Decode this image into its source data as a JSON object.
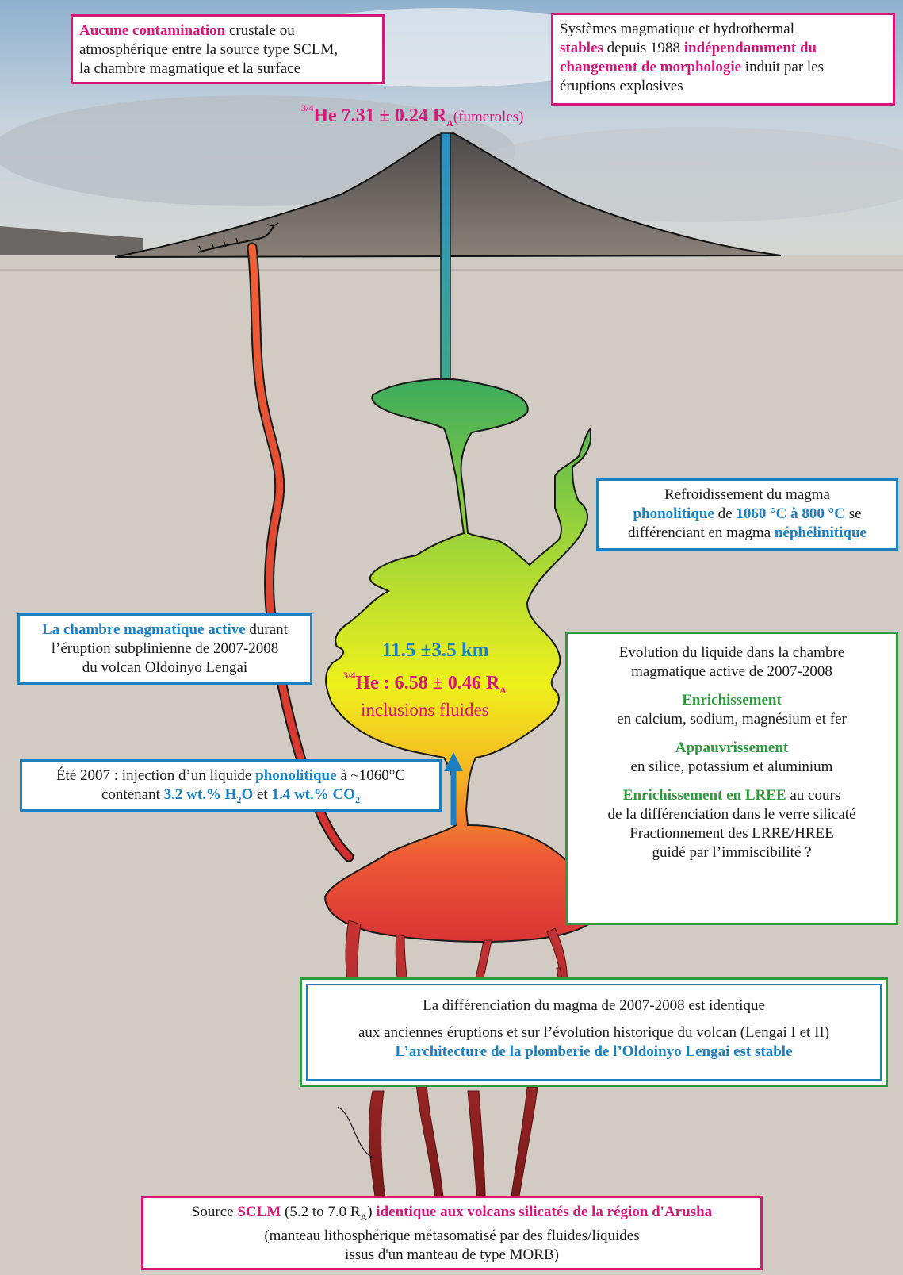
{
  "summit_helium": {
    "isotope_sup": "3/4",
    "isotope_label": "He 7.31 ± 0.24 R",
    "isotope_sub": "A",
    "location": "(fumeroles)"
  },
  "chamber_labels": {
    "depth": "11.5 ±3.5 km",
    "helium_sup": "3/4",
    "helium_value": "He : 6.58 ± 0.46 R",
    "helium_sub": "A",
    "helium_note": "inclusions fluides"
  },
  "box_contamination": {
    "highlight": "Aucune contamination",
    "rest_line1": " crustale ou",
    "line2": "atmosphérique entre la source type SCLM,",
    "line3": "la chambre magmatique et la surface"
  },
  "box_systems": {
    "line1": "Systèmes magmatique et hydrothermal",
    "highlight_stables": "stables",
    "mid": " depuis 1988 ",
    "highlight_independ": "indépendamment du",
    "highlight_changement": "changement de morphologie",
    "rest_line3": " induit par les",
    "line4": "éruptions explosives"
  },
  "box_cooling": {
    "line1": "Refroidissement du magma",
    "highlight_phono": "phonolitique",
    "mid1": " de ",
    "highlight_temp": "1060 °C à 800 °C",
    "mid2": " se",
    "line3_start": "différenciant en magma ",
    "highlight_nephe": "néphélinitique"
  },
  "box_active_chamber": {
    "highlight": "La chambre magmatique active",
    "rest_line1": " durant",
    "line2": "l’éruption subplinienne de 2007-2008",
    "line3": "du volcan Oldoinyo Lengai"
  },
  "box_evolution": {
    "line1": "Evolution du liquide dans la chambre",
    "line2": "magmatique active de 2007-2008",
    "enrich_title": "Enrichissement",
    "enrich_text": "en calcium, sodium, magnésium et fer",
    "appauv_title": "Appauvrissement",
    "appauv_text": "en silice, potassium et aluminium",
    "lree_highlight": "Enrichissement en LREE",
    "lree_rest": " au cours",
    "lree_line2": "de la différenciation dans le verre silicaté",
    "lree_line3": "Fractionnement des LRRE/HREE",
    "lree_line4": "guidé par l’immiscibilité ?"
  },
  "box_injection": {
    "line1_start": "Été 2007 : injection d’un liquide ",
    "highlight_phono": "phonolitique",
    "line1_end": " à ~1060°C",
    "line2_start": "contenant ",
    "h2o_value": "3.2 wt.% H",
    "h2o_sub": "2",
    "h2o_end": "O",
    "mid": " et ",
    "co2_value": "1.4 wt.% CO",
    "co2_sub": "2"
  },
  "box_differentiation": {
    "line1": "La différenciation du magma de 2007-2008 est identique",
    "line2": "aux anciennes éruptions et sur l’évolution historique du volcan (Lengai I et II)",
    "highlight": "L’architecture de la plomberie de l’Oldoinyo Lengai est stable"
  },
  "box_source": {
    "line1_start": "Source ",
    "highlight_sclm": "SCLM",
    "range": " (5.2 to 7.0 R",
    "range_sub": "A",
    "range_end": ") ",
    "highlight_identique": "identique aux volcans silicatés de la région d'Arusha",
    "line2": "(manteau lithosphérique métasomatisé par des fluides/liquides",
    "line3": "issus d'un manteau de type MORB)"
  },
  "colors": {
    "pink": "#d6177a",
    "blue": "#1c7fc0",
    "green": "#2e9a3c",
    "background": "#d2cbc4"
  }
}
